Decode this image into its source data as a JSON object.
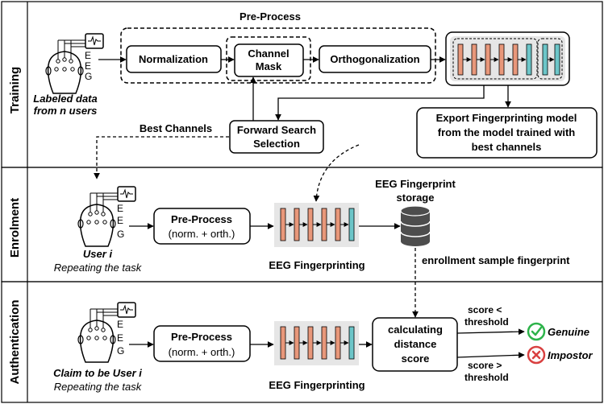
{
  "sections": {
    "training": "Training",
    "enrolment": "Enrolment",
    "authentication": "Authentication"
  },
  "eeg_letters": [
    "E",
    "E",
    "G"
  ],
  "training": {
    "preprocess_title": "Pre-Process",
    "normalization": "Normalization",
    "channel_mask": [
      "Channel",
      "Mask"
    ],
    "orthogonalization": "Orthogonalization",
    "labeled_data": [
      "Labeled data",
      "from n users"
    ],
    "best_channels": "Best  Channels",
    "forward_search": [
      "Forward Search",
      "Selection"
    ],
    "export_model": [
      "Export Fingerprinting model",
      "from the model trained with",
      "best channels"
    ]
  },
  "enrolment": {
    "user": "User i",
    "task": "Repeating the task",
    "preprocess": "Pre-Process",
    "preprocess_sub": "(norm. + orth.)",
    "fingerprinting": "EEG Fingerprinting",
    "storage": [
      "EEG Fingerprint",
      "storage"
    ],
    "enrollment_sample": "enrollment sample fingerprint"
  },
  "authentication": {
    "claim": "Claim to be User i",
    "task": "Repeating the task",
    "preprocess": "Pre-Process",
    "preprocess_sub": "(norm. + orth.)",
    "fingerprinting": "EEG Fingerprinting",
    "distance": [
      "calculating",
      "distance",
      "score"
    ],
    "score_lt": [
      "score <",
      "threshold"
    ],
    "score_gt": [
      "score >",
      "threshold"
    ],
    "genuine": "Genuine",
    "impostor": "Impostor"
  },
  "colors": {
    "orange": "#e8977a",
    "teal": "#6cc5c8",
    "grey_panel": "#e6e6e6",
    "green": "#2db34a",
    "red": "#d94141",
    "storage": "#4d4d4d"
  }
}
